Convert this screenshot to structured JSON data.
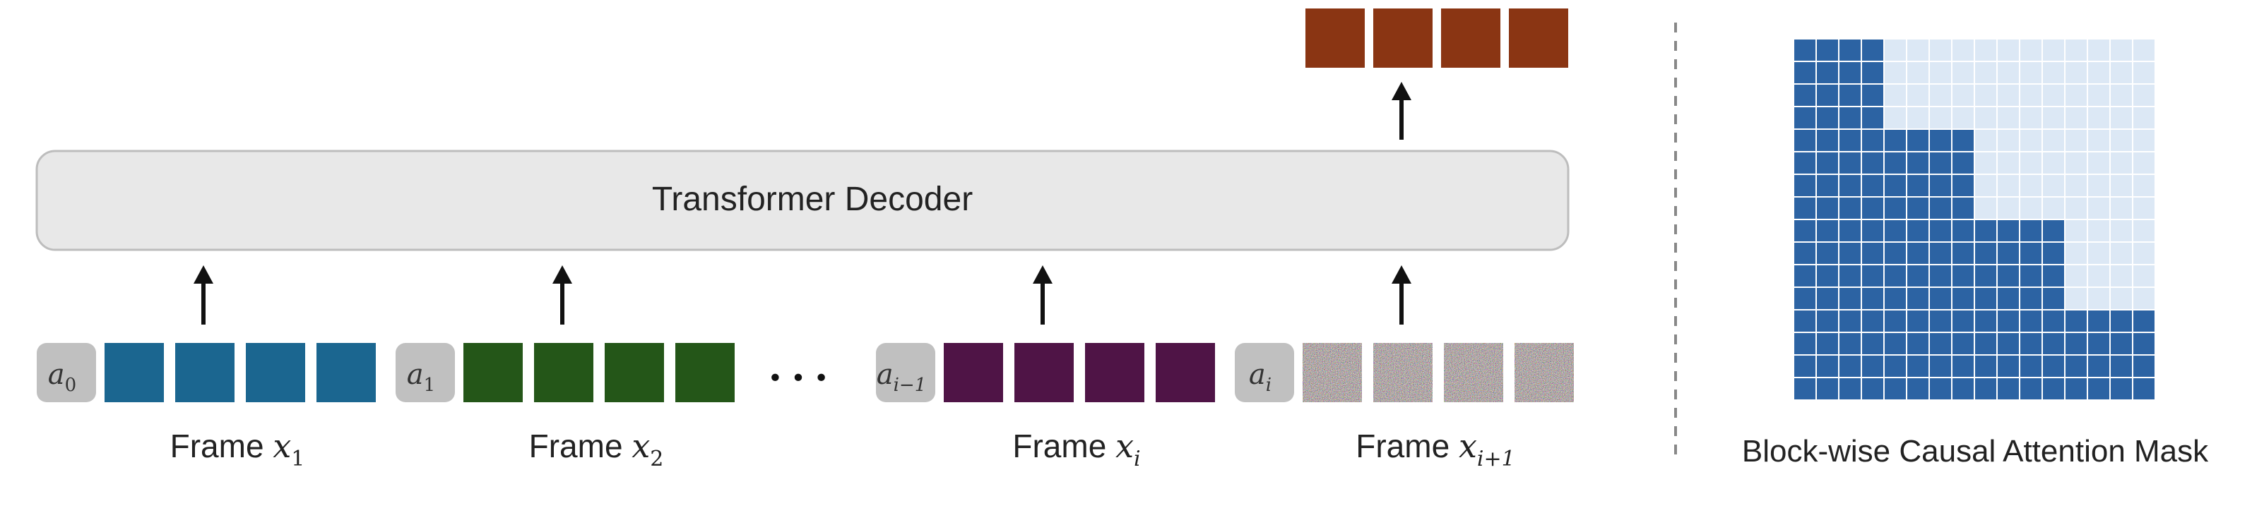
{
  "decoder": {
    "label": "Transformer Decoder"
  },
  "frames": [
    {
      "action_base": "a",
      "action_sub": "0",
      "frame_prefix": "Frame ",
      "frame_var": "x",
      "frame_sub": "1",
      "token_color": "#1B6690",
      "kind": "solid"
    },
    {
      "action_base": "a",
      "action_sub": "1",
      "frame_prefix": "Frame ",
      "frame_var": "x",
      "frame_sub": "2",
      "token_color": "#245618",
      "kind": "solid"
    },
    {
      "action_base": "a",
      "action_sub": "i−1",
      "frame_prefix": "Frame ",
      "frame_var": "x",
      "frame_sub": "i",
      "token_color": "#4F1446",
      "kind": "solid"
    },
    {
      "action_base": "a",
      "action_sub": "i",
      "frame_prefix": "Frame ",
      "frame_var": "x",
      "frame_sub": "i+1",
      "token_color": "#6E5A3C",
      "kind": "noise"
    }
  ],
  "ellipsis": "• • •",
  "output_token_color": "#8A3513",
  "action_token_color": "#C0C0C0",
  "mask": {
    "title": "Block-wise Causal Attention Mask",
    "blocks": 4,
    "tokens_per_block": 4,
    "dark_color": "#2C63A3",
    "light_color": "#DCE8F5"
  }
}
